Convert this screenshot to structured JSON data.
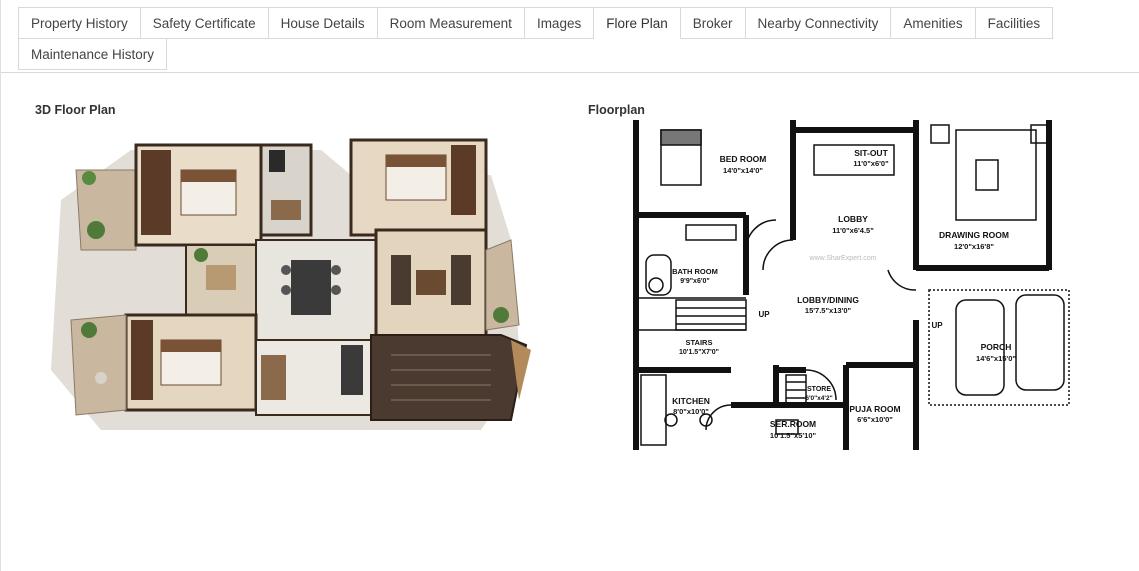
{
  "tabs": [
    {
      "label": "Property History",
      "active": false
    },
    {
      "label": "Safety Certificate",
      "active": false
    },
    {
      "label": "House Details",
      "active": false
    },
    {
      "label": "Room Measurement",
      "active": false
    },
    {
      "label": "Images",
      "active": false
    },
    {
      "label": "Flore Plan",
      "active": true
    },
    {
      "label": "Broker",
      "active": false
    },
    {
      "label": "Nearby Connectivity",
      "active": false
    },
    {
      "label": "Amenities",
      "active": false
    },
    {
      "label": "Facilities",
      "active": false
    },
    {
      "label": "Maintenance History",
      "active": false
    }
  ],
  "panels": {
    "floor_3d": {
      "title": "3D Floor Plan"
    },
    "floorplan": {
      "title": "Floorplan",
      "watermark": "www.SharExpert.com",
      "rooms": [
        {
          "name": "BED ROOM",
          "size": "14'0\"x14'0\""
        },
        {
          "name": "SIT-OUT",
          "size": "11'0\"x6'0\""
        },
        {
          "name": "LOBBY",
          "size": "11'0\"x6'4.5\""
        },
        {
          "name": "DRAWING ROOM",
          "size": "12'0\"x16'8\""
        },
        {
          "name": "BATH ROOM",
          "size": "9'9\"x6'0\""
        },
        {
          "name": "LOBBY/DINING",
          "size": "15'7.5\"x13'0\""
        },
        {
          "name": "STAIRS",
          "size": "10'1.5\"X7'0\""
        },
        {
          "name": "PORCH",
          "size": "14'6\"x15'0\""
        },
        {
          "name": "STORE",
          "size": "6'0\"x4'2\""
        },
        {
          "name": "KITCHEN",
          "size": "8'0\"x10'0\""
        },
        {
          "name": "PUJA ROOM",
          "size": "6'6\"x10'0\""
        },
        {
          "name": "SER.ROOM",
          "size": "10'1.5\"x5'10\""
        }
      ],
      "up_labels": [
        "UP",
        "UP"
      ]
    }
  },
  "colors": {
    "border": "#d9d9d9",
    "wall": "#111111",
    "wood": "#6b4a32",
    "floor": "#e8e2d8"
  }
}
